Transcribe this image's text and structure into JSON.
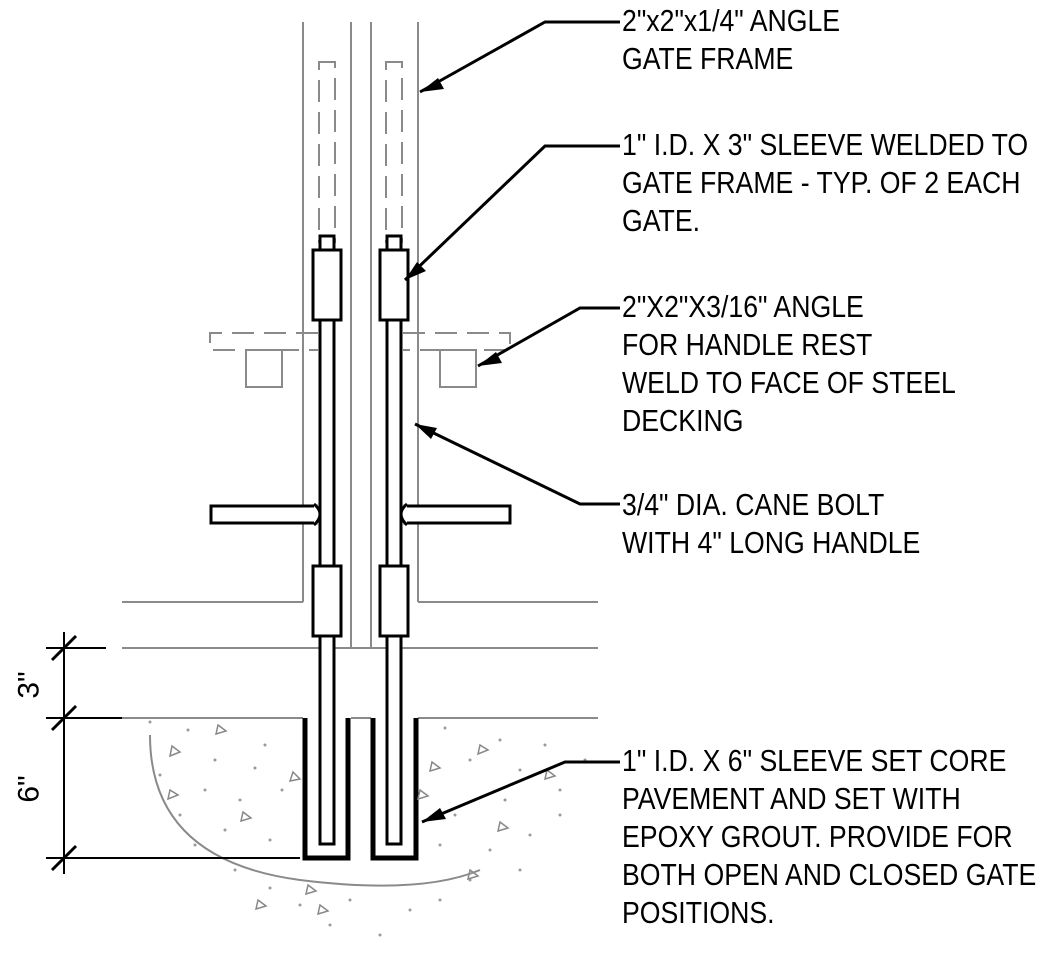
{
  "callouts": [
    {
      "id": "gate-frame-note",
      "lines": [
        "2\"x2\"x1/4\" ANGLE",
        "GATE FRAME"
      ]
    },
    {
      "id": "sleeve-welded-note",
      "lines": [
        "1\" I.D. X 3\" SLEEVE WELDED TO",
        "GATE FRAME - TYP. OF 2 EACH",
        "GATE."
      ]
    },
    {
      "id": "handle-rest-note",
      "lines": [
        "2\"X2\"X3/16\" ANGLE",
        "FOR HANDLE REST",
        "WELD TO FACE OF STEEL",
        "DECKING"
      ]
    },
    {
      "id": "cane-bolt-note",
      "lines": [
        "3/4\" DIA. CANE BOLT",
        "WITH 4\" LONG HANDLE"
      ]
    },
    {
      "id": "sleeve-core-note",
      "lines": [
        "1\" I.D. X 6\" SLEEVE SET CORE",
        "PAVEMENT AND SET WITH",
        "EPOXY GROUT.  PROVIDE FOR",
        "BOTH OPEN AND CLOSED GATE",
        "POSITIONS."
      ]
    }
  ],
  "dimensions": {
    "upper": "3\"",
    "lower": "6\""
  }
}
